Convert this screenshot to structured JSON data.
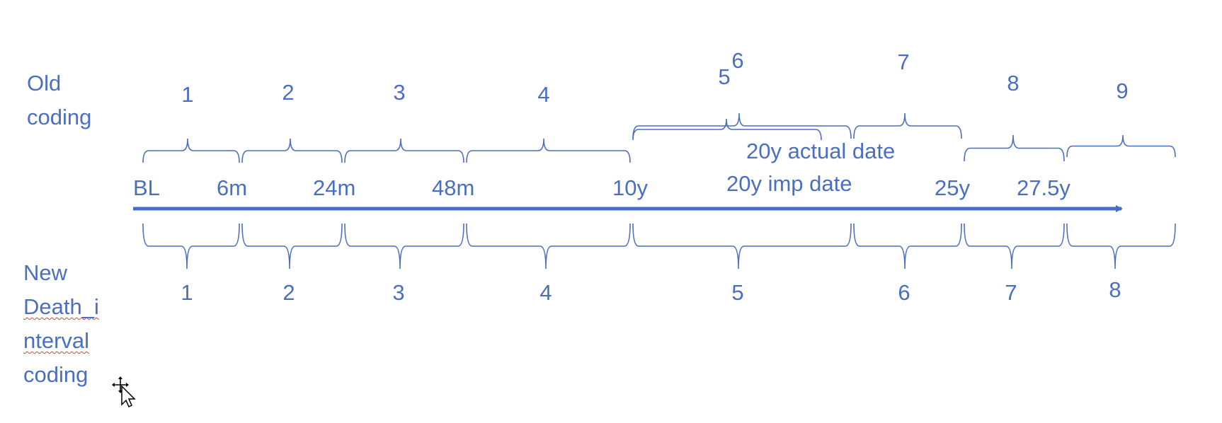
{
  "old_coding": {
    "title_lines": [
      "Old",
      "coding"
    ],
    "intervals": [
      {
        "label": "1",
        "from": 0,
        "to": 1
      },
      {
        "label": "2",
        "from": 1,
        "to": 2
      },
      {
        "label": "3",
        "from": 2,
        "to": 3
      },
      {
        "label": "4",
        "from": 3,
        "to": 4
      },
      {
        "label": "5",
        "from": 4,
        "to": "5b"
      },
      {
        "label": "6",
        "from": 4,
        "to": 5
      },
      {
        "label": "7",
        "from": 5,
        "to": 6
      },
      {
        "label": "8",
        "from": 6,
        "to": 7
      },
      {
        "label": "9",
        "from": 7,
        "to": 8
      }
    ]
  },
  "timeline": {
    "points": [
      {
        "key": "0",
        "label": "BL"
      },
      {
        "key": "1",
        "label": "6m"
      },
      {
        "key": "2",
        "label": "24m"
      },
      {
        "key": "3",
        "label": "48m"
      },
      {
        "key": "4",
        "label": "10y"
      },
      {
        "key": "5",
        "label": "20y imp date"
      },
      {
        "key": "5b",
        "label": "20y actual date"
      },
      {
        "key": "6",
        "label": "25y"
      },
      {
        "key": "7",
        "label": "27.5y"
      }
    ]
  },
  "new_coding": {
    "title_lines": [
      "New",
      "Death_i",
      "nterval",
      "coding"
    ],
    "intervals": [
      {
        "label": "1",
        "from": 0,
        "to": 1
      },
      {
        "label": "2",
        "from": 1,
        "to": 2
      },
      {
        "label": "3",
        "from": 2,
        "to": 3
      },
      {
        "label": "4",
        "from": 3,
        "to": 4
      },
      {
        "label": "5",
        "from": 4,
        "to": 5
      },
      {
        "label": "6",
        "from": 5,
        "to": 6
      },
      {
        "label": "7",
        "from": 6,
        "to": 7
      },
      {
        "label": "8",
        "from": 7,
        "to": 8
      }
    ]
  },
  "colors": {
    "accent": "#4a6fc2",
    "spellcheck": "#d43f3f"
  },
  "icons": {
    "cursor": "move-cursor-icon"
  }
}
